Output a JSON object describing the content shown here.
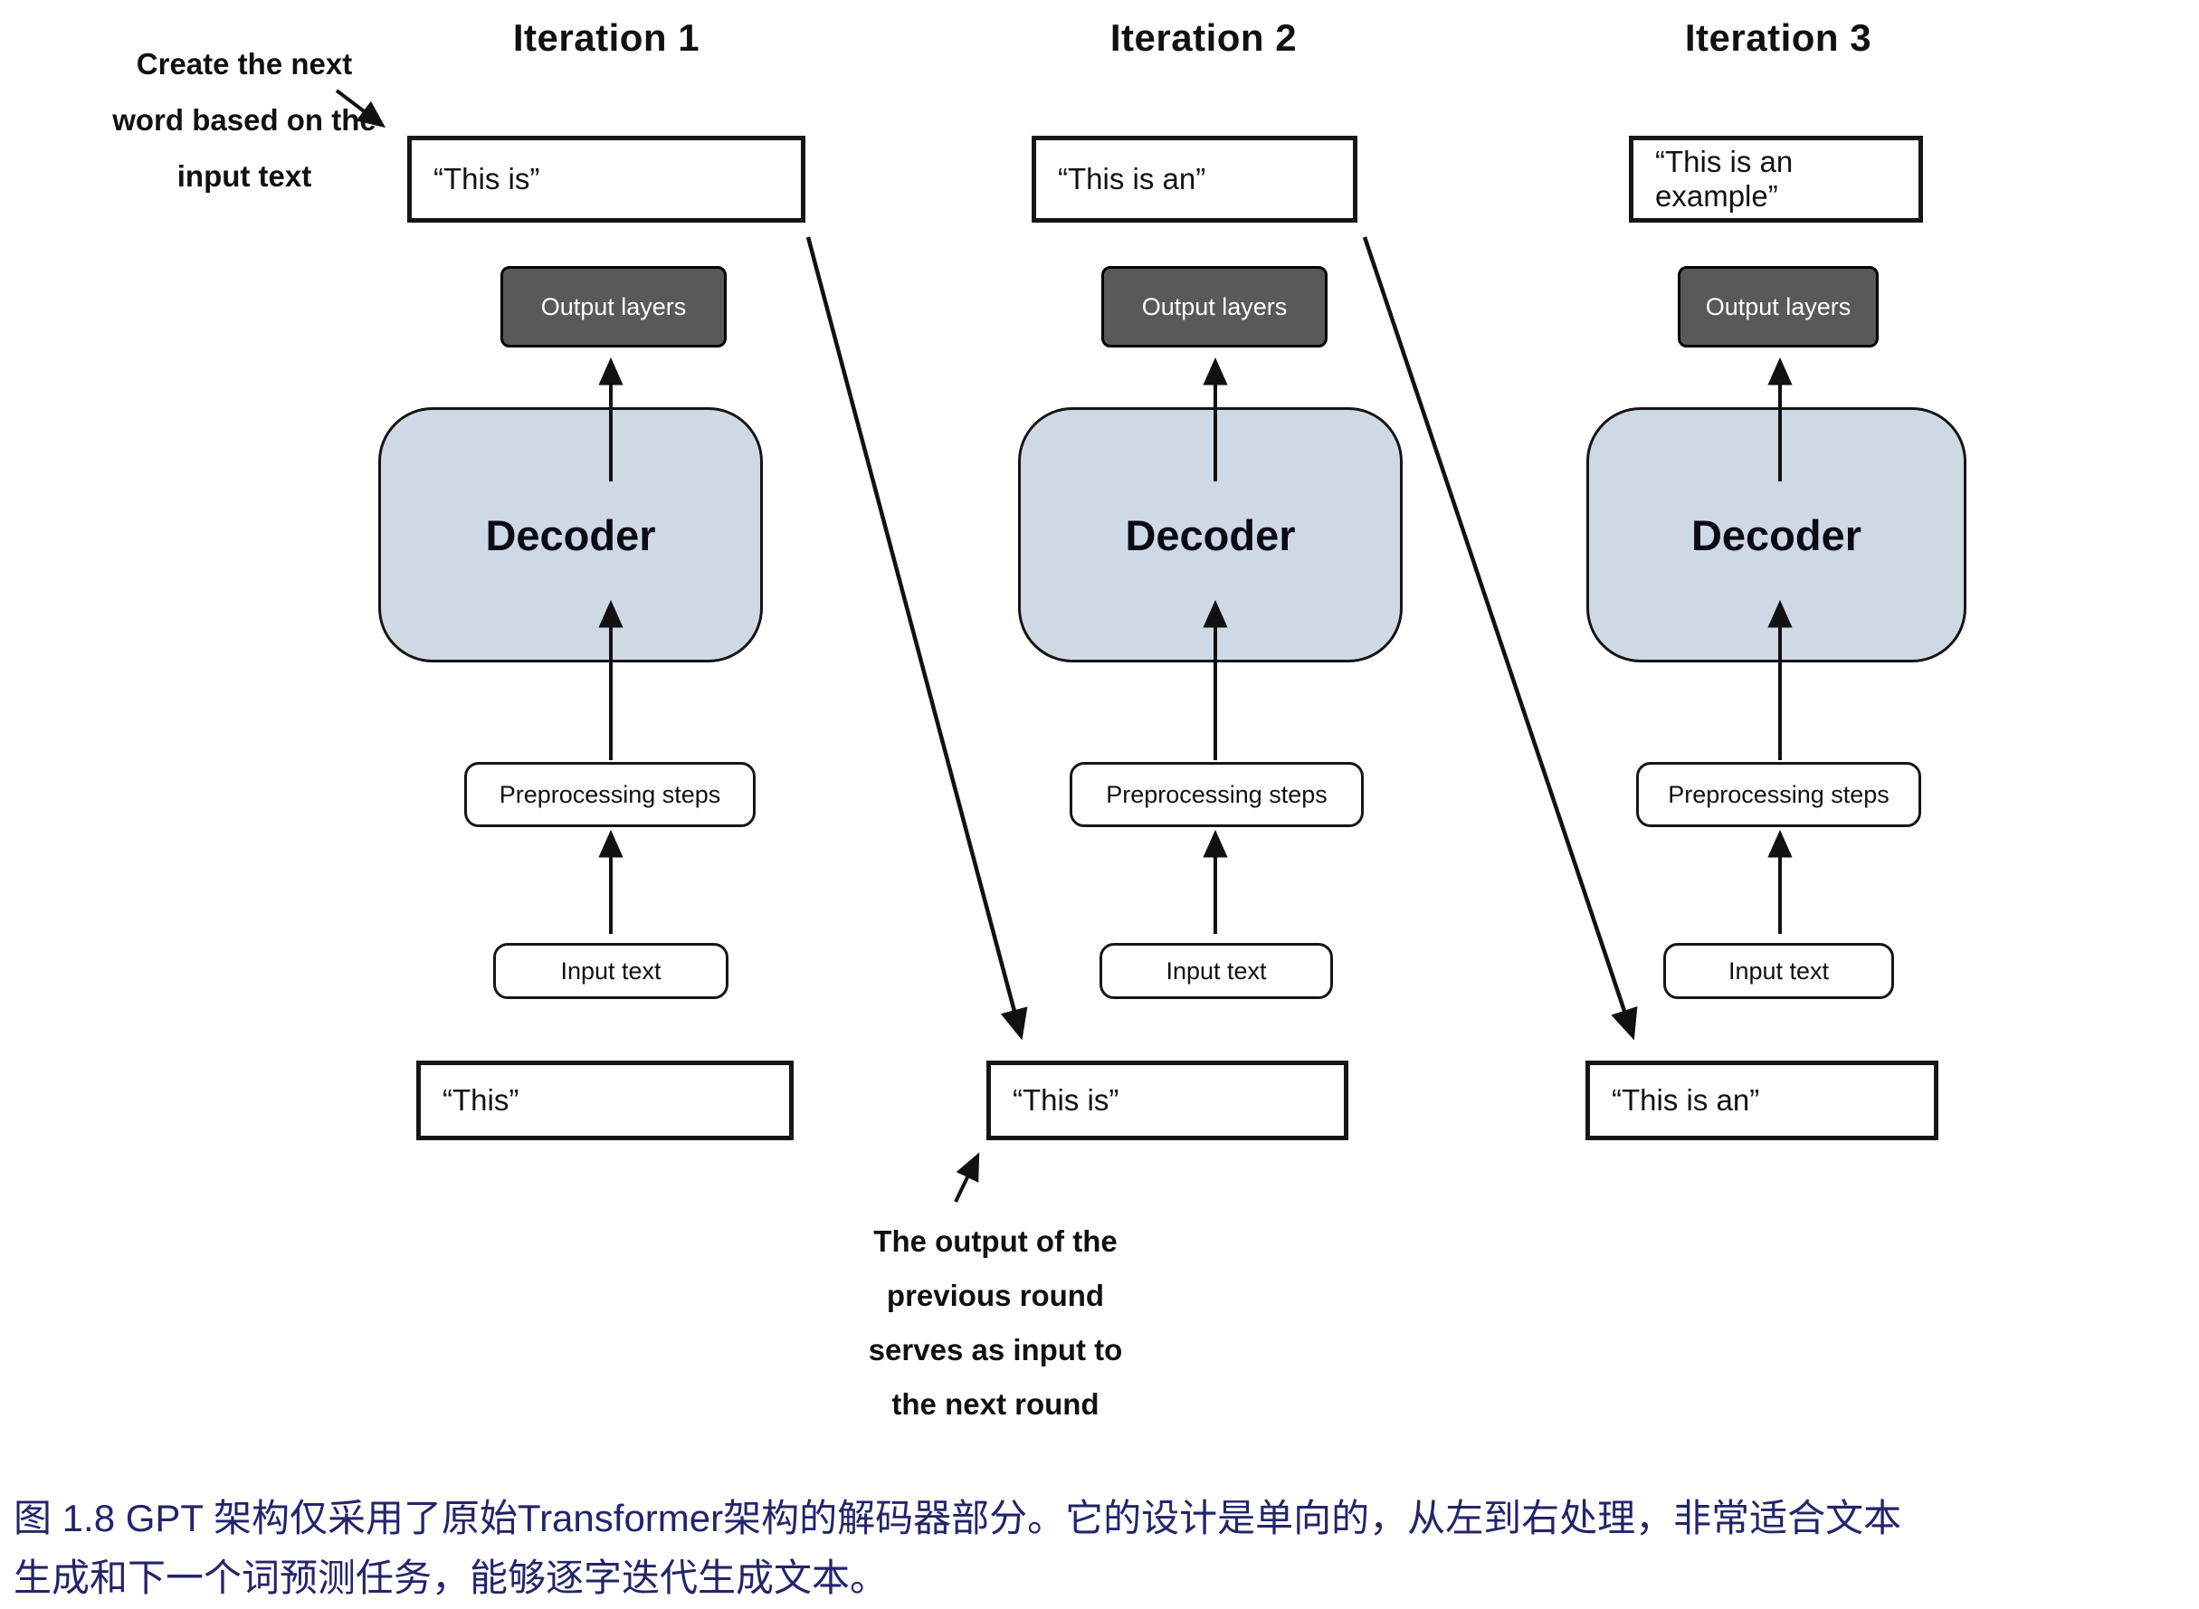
{
  "figure": {
    "iterations": [
      {
        "title": "Iteration 1",
        "generated_text": "“This is”",
        "output_layers_label": "Output layers",
        "decoder_label": "Decoder",
        "preprocessing_label": "Preprocessing steps",
        "input_box_label": "Input text",
        "input_value": "“This”"
      },
      {
        "title": "Iteration 2",
        "generated_text": "“This is an”",
        "output_layers_label": "Output layers",
        "decoder_label": "Decoder",
        "preprocessing_label": "Preprocessing steps",
        "input_box_label": "Input text",
        "input_value": "“This is”"
      },
      {
        "title": "Iteration 3",
        "generated_text": "“This is an example”",
        "output_layers_label": "Output layers",
        "decoder_label": "Decoder",
        "preprocessing_label": "Preprocessing steps",
        "input_box_label": "Input text",
        "input_value": "“This is an”"
      }
    ],
    "annotations": {
      "create_next_word": {
        "line1": "Create the next",
        "line2": "word based on the",
        "line3": "input text"
      },
      "output_feeds_next": {
        "line1": "The output of the",
        "line2": "previous round",
        "line3": "serves as input to",
        "line4": "the next round"
      }
    },
    "colors": {
      "decoder_fill": "#cfd9e5",
      "output_layers_fill": "#595959",
      "output_layers_text": "#ffffff",
      "box_border": "#161616",
      "arrow": "#111111",
      "caption_text": "#24246a"
    }
  },
  "caption": {
    "line1": "图 1.8  GPT 架构仅采用了原始Transformer架构的解码器部分。它的设计是单向的，从左到右处理，非常适合文本",
    "line2": "生成和下一个词预测任务，能够逐字迭代生成文本。"
  }
}
